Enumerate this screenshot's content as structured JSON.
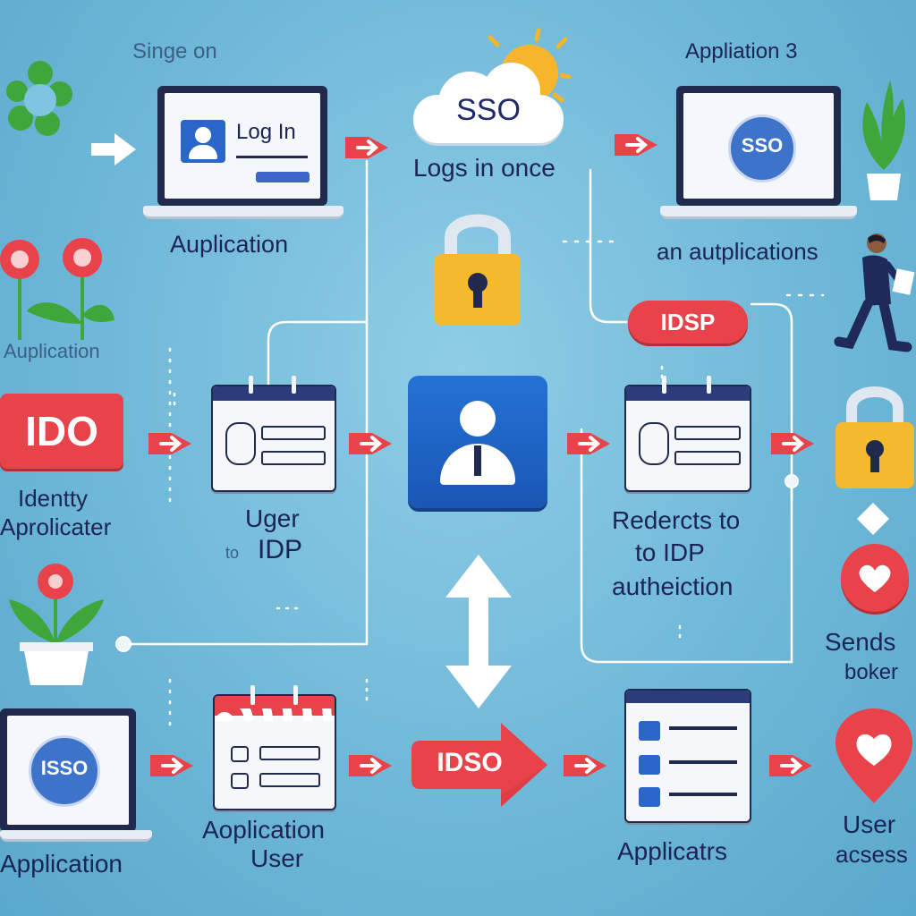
{
  "labels": {
    "top_left_faint": "Singe   on",
    "app_left": "Auplication",
    "login_text": "Log In",
    "sso_cloud": "SSO",
    "logs_in_once": "Logs in once",
    "app3_title": "Appliation 3",
    "app3_screen": "SSO",
    "all_apps": "an autplications",
    "idsp_badge": "IDSP",
    "app_left_faint": "Auplication",
    "ido_badge": "IDO",
    "identity_line1": "Identty",
    "identity_line2": "Aprolicater",
    "user_idp_line1": "Uger",
    "user_idp_prefix": "to",
    "user_idp_line2": "IDP",
    "redirects_line1": "Redercts to",
    "redirects_line2": "to IDP",
    "redirects_line3": "autheiction",
    "sends_line1": "Sends",
    "sends_line2": "boker",
    "isso_screen": "ISSO",
    "application_bottom": "Application",
    "app_user_line1": "Aoplication",
    "app_user_line2": "User",
    "idso_badge": "IDSO",
    "applicatrs": "Applicatrs",
    "user_access_line1": "User",
    "user_access_line2": "acsess"
  },
  "colors": {
    "accent_red": "#e8434a",
    "navy": "#1f2a4d",
    "blue_tile": "#1d63c7",
    "lock_yellow": "#f4b92c",
    "background": "#6fb8d8"
  },
  "icons": [
    "cycle-icon",
    "laptop-icon",
    "cloud-icon",
    "sun-icon",
    "lock-icon",
    "flower-icon",
    "plant-icon",
    "user-icon",
    "calendar-icon",
    "heart-icon",
    "walking-person-icon",
    "double-arrow-icon"
  ]
}
